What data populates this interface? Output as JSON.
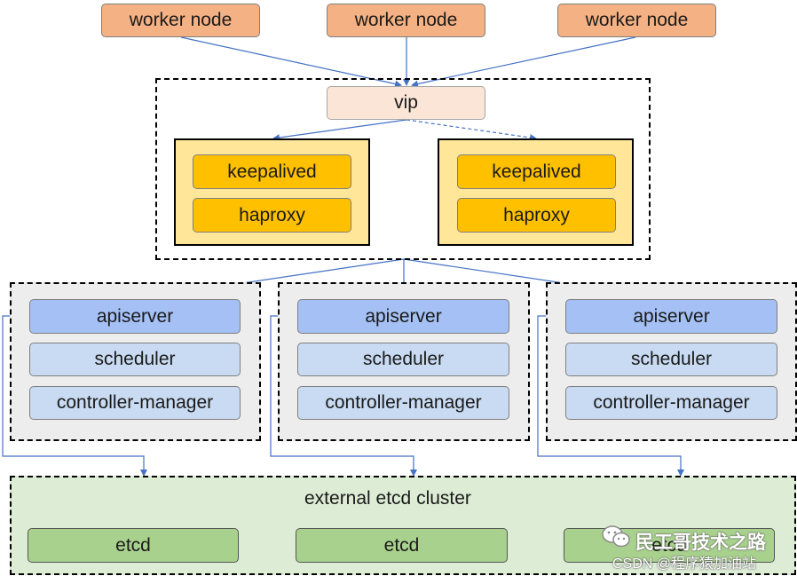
{
  "workers": [
    "worker node",
    "worker node",
    "worker node"
  ],
  "vip": "vip",
  "load_balancers": [
    {
      "keepalived": "keepalived",
      "haproxy": "haproxy"
    },
    {
      "keepalived": "keepalived",
      "haproxy": "haproxy"
    }
  ],
  "masters": [
    {
      "apiserver": "apiserver",
      "scheduler": "scheduler",
      "controller_manager": "controller-manager"
    },
    {
      "apiserver": "apiserver",
      "scheduler": "scheduler",
      "controller_manager": "controller-manager"
    },
    {
      "apiserver": "apiserver",
      "scheduler": "scheduler",
      "controller_manager": "controller-manager"
    }
  ],
  "etcd_cluster": {
    "title": "external etcd cluster",
    "nodes": [
      "etcd",
      "etcd",
      "etcd"
    ]
  },
  "watermark": {
    "name": "民工哥技术之路",
    "sub": "CSDN @程序猿加油站"
  },
  "colors": {
    "worker": "#f4b183",
    "vip": "#fbe5d6",
    "lb_frame": "#ffe699",
    "lb_item": "#ffc000",
    "apiserver": "#a4c0f4",
    "master_sub": "#c9dbf2",
    "etcd_bg": "#dcecd5",
    "etcd": "#a9d18e",
    "connector": "#4472c4"
  }
}
